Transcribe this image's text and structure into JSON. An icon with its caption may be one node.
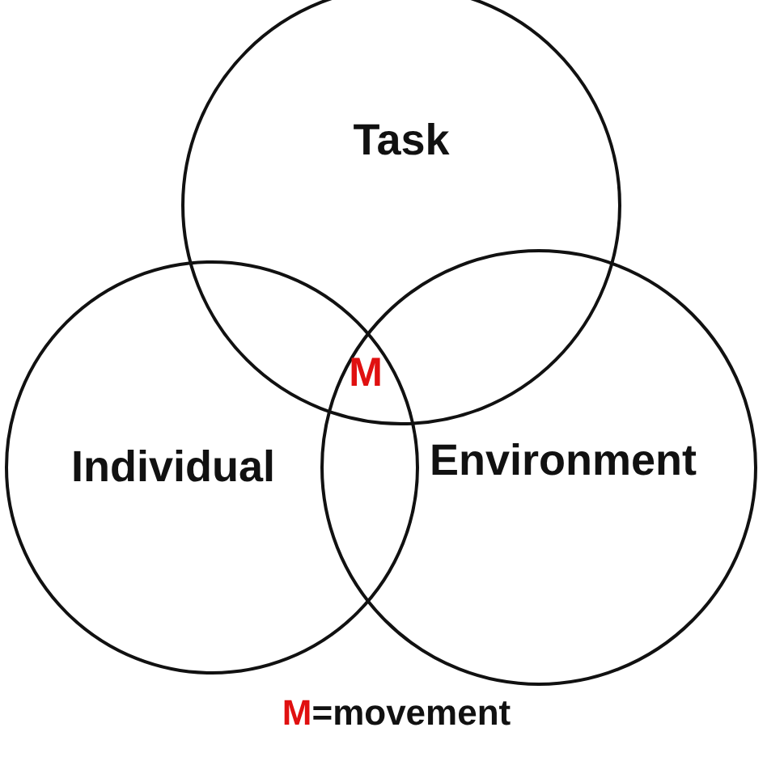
{
  "diagram": {
    "nodes": [
      {
        "text": [
          "Task"
        ]
      },
      {
        "text": [
          "Individual"
        ]
      },
      {
        "text": [
          "Environment"
        ]
      }
    ],
    "edges": [],
    "labels": [
      "M",
      "M=movement"
    ]
  }
}
